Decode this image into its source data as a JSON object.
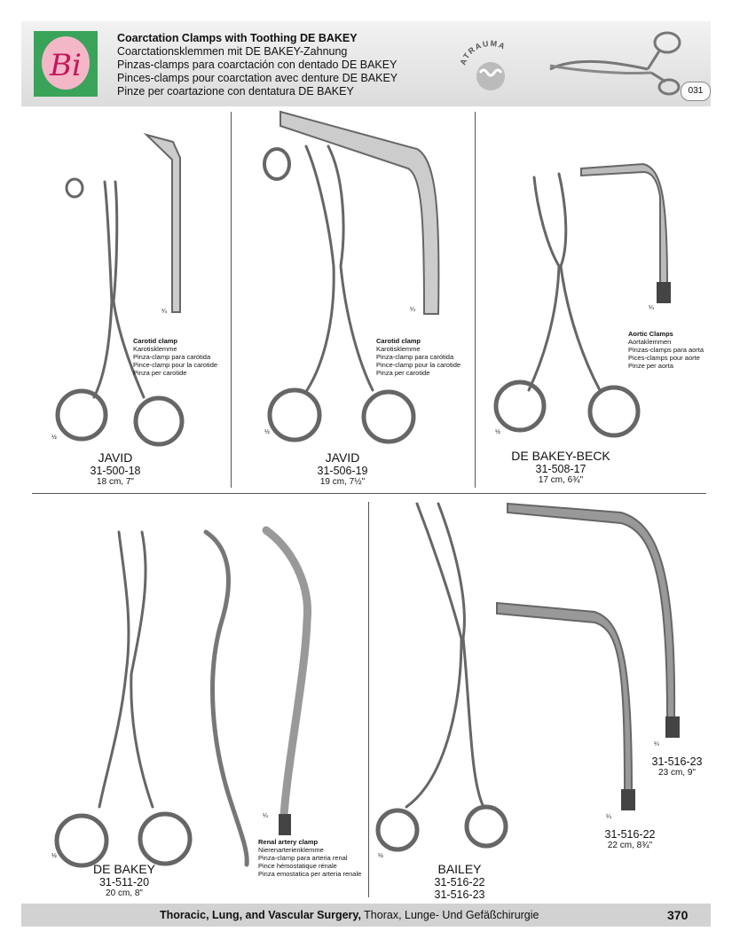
{
  "header": {
    "title_lines": [
      "Coarctation Clamps with Toothing DE BAKEY",
      "Coarctationsklemmen mit DE BAKEY-Zahnung",
      "Pinzas-clamps para coarctación con dentado DE BAKEY",
      "Pinces-clamps pour coarctation avec denture DE BAKEY",
      "Pinze per coartazione con dentatura DE BAKEY"
    ],
    "logo_text": "Bi",
    "atrauma_label": "ATRAUMA",
    "page_code": "031"
  },
  "products": [
    {
      "name": "JAVID",
      "code": "31-500-18",
      "size": "18 cm, 7\"",
      "scale": "½",
      "tip_scale": "¼"
    },
    {
      "name": "JAVID",
      "code": "31-506-19",
      "size": "19 cm, 7½\"",
      "scale": "½",
      "tip_scale": "¼"
    },
    {
      "name": "DE BAKEY-BECK",
      "code": "31-508-17",
      "size": "17 cm, 6¾\"",
      "scale": "½",
      "tip_scale": "¼"
    },
    {
      "name": "DE BAKEY",
      "code": "31-511-20",
      "size": "20 cm, 8\"",
      "scale": "½",
      "tip_scale": "¼"
    },
    {
      "name": "BAILEY",
      "code": "31-516-22",
      "code2": "31-516-23",
      "scale": "½"
    },
    {
      "code": "31-516-23",
      "size": "23 cm, 9\"",
      "tip_scale": "¼"
    },
    {
      "code": "31-516-22",
      "size": "22 cm, 8¾\"",
      "tip_scale": "¼"
    }
  ],
  "descriptions": {
    "carotid": [
      "Carotid clamp",
      "Karotisklemme",
      "Pinza-clamp para carótida",
      "Pince-clamp pour la carotide",
      "Pinza per carotide"
    ],
    "aortic": [
      "Aortic Clamps",
      "Aortaklemmen",
      "Pinzas-clamps para aorta",
      "Pices-clamps pour aorte",
      "Pinze per aorta"
    ],
    "renal": [
      "Renal artery clamp",
      "Nierenarterienklemme",
      "Pinza-clamp para arteria renal",
      "Pince hémostatique rénale",
      "Pinza emostatica per arteria renale"
    ]
  },
  "footer": {
    "bold": "Thoracic, Lung, and Vascular Surgery,",
    "rest": " Thorax, Lunge- Und Gefäßchirurgie",
    "page_number": "370"
  }
}
